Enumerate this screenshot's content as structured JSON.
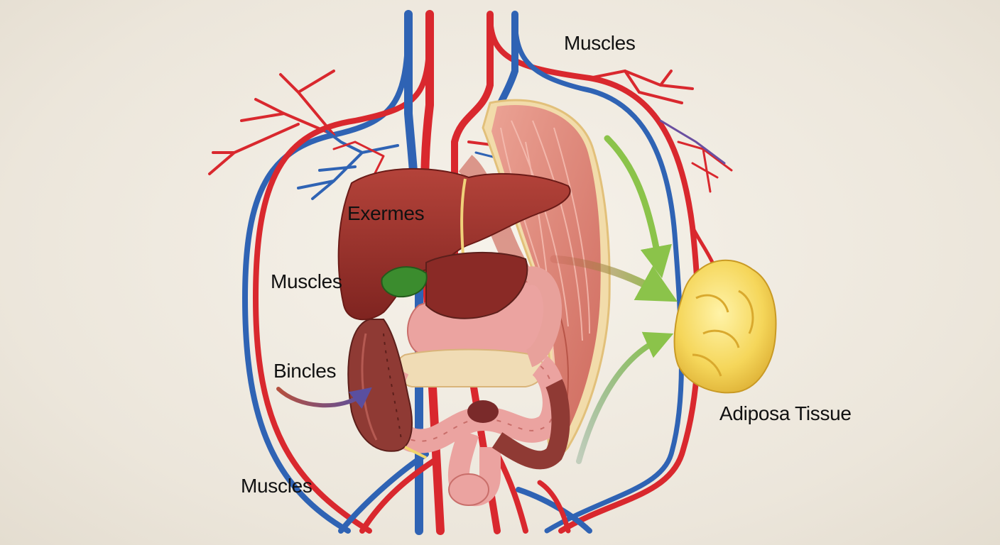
{
  "labels": {
    "muscles_top": "Muscles",
    "exermes": "Exermes",
    "muscles_left": "Muscles",
    "bincles": "Bincles",
    "muscles_bottom": "Muscles",
    "adipose": "Adiposa Tissue"
  },
  "colors": {
    "artery": "#d9282e",
    "vein": "#2f63b4",
    "liver": "#9e2f28",
    "muscle": "#e0887a",
    "intestine": "#eba3a0",
    "colon": "#8f3a34",
    "gallbladder": "#3b8c2e",
    "adipose": "#f2d250",
    "flow_arrow": "#8bc34a"
  }
}
